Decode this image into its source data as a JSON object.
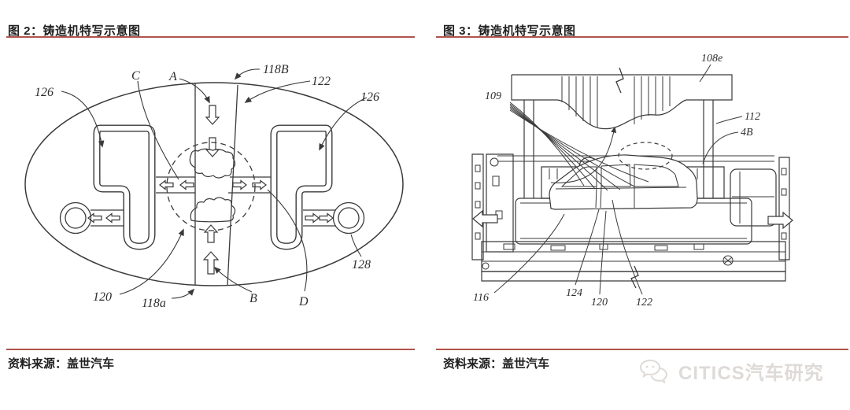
{
  "accent": {
    "line_color": "#b0544c",
    "stroke_color": "#3a3a3a"
  },
  "fig2": {
    "title": "图 2：铸造机特写示意图",
    "source": "资料来源：盖世汽车",
    "labels": {
      "l126a": "126",
      "lC": "C",
      "lA": "A",
      "l118B": "118B",
      "l122": "122",
      "l126b": "126",
      "l128": "128",
      "l120": "120",
      "l118a": "118a",
      "lB": "B",
      "lD": "D"
    }
  },
  "fig3": {
    "title": "图 3：铸造机特写示意图",
    "source": "资料来源：盖世汽车",
    "labels": {
      "l108e": "108e",
      "l109": "109",
      "l112": "112",
      "l4B": "4B",
      "l116": "116",
      "l124": "124",
      "l120": "120",
      "l122": "122"
    }
  },
  "watermark": {
    "icon": "wechat-chat-bubbles-icon",
    "text": "CITICS汽车研究"
  }
}
